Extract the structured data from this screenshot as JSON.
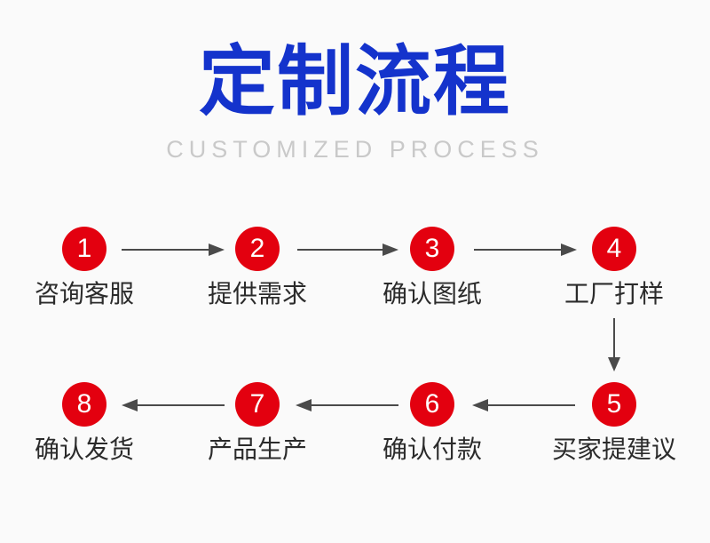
{
  "header": {
    "title_cn": "定制流程",
    "title_en": "CUSTOMIZED PROCESS",
    "title_color": "#1433cc",
    "subtitle_color": "#c9c9c9"
  },
  "theme": {
    "background": "#fafafa",
    "badge_color": "#e3000f",
    "badge_text_color": "#ffffff",
    "label_color": "#2b2b2b",
    "arrow_color": "#4a4a4a"
  },
  "flow": {
    "rows": [
      {
        "direction": "right",
        "steps": [
          {
            "number": "1",
            "label": "咨询客服"
          },
          {
            "number": "2",
            "label": "提供需求"
          },
          {
            "number": "3",
            "label": "确认图纸"
          },
          {
            "number": "4",
            "label": "工厂打样"
          }
        ]
      },
      {
        "direction": "left",
        "steps": [
          {
            "number": "8",
            "label": "确认发货"
          },
          {
            "number": "7",
            "label": "产品生产"
          },
          {
            "number": "6",
            "label": "确认付款"
          },
          {
            "number": "5",
            "label": "买家提建议"
          }
        ]
      }
    ],
    "vertical_connector": {
      "from_step": "4",
      "to_step": "5",
      "direction": "down"
    }
  }
}
